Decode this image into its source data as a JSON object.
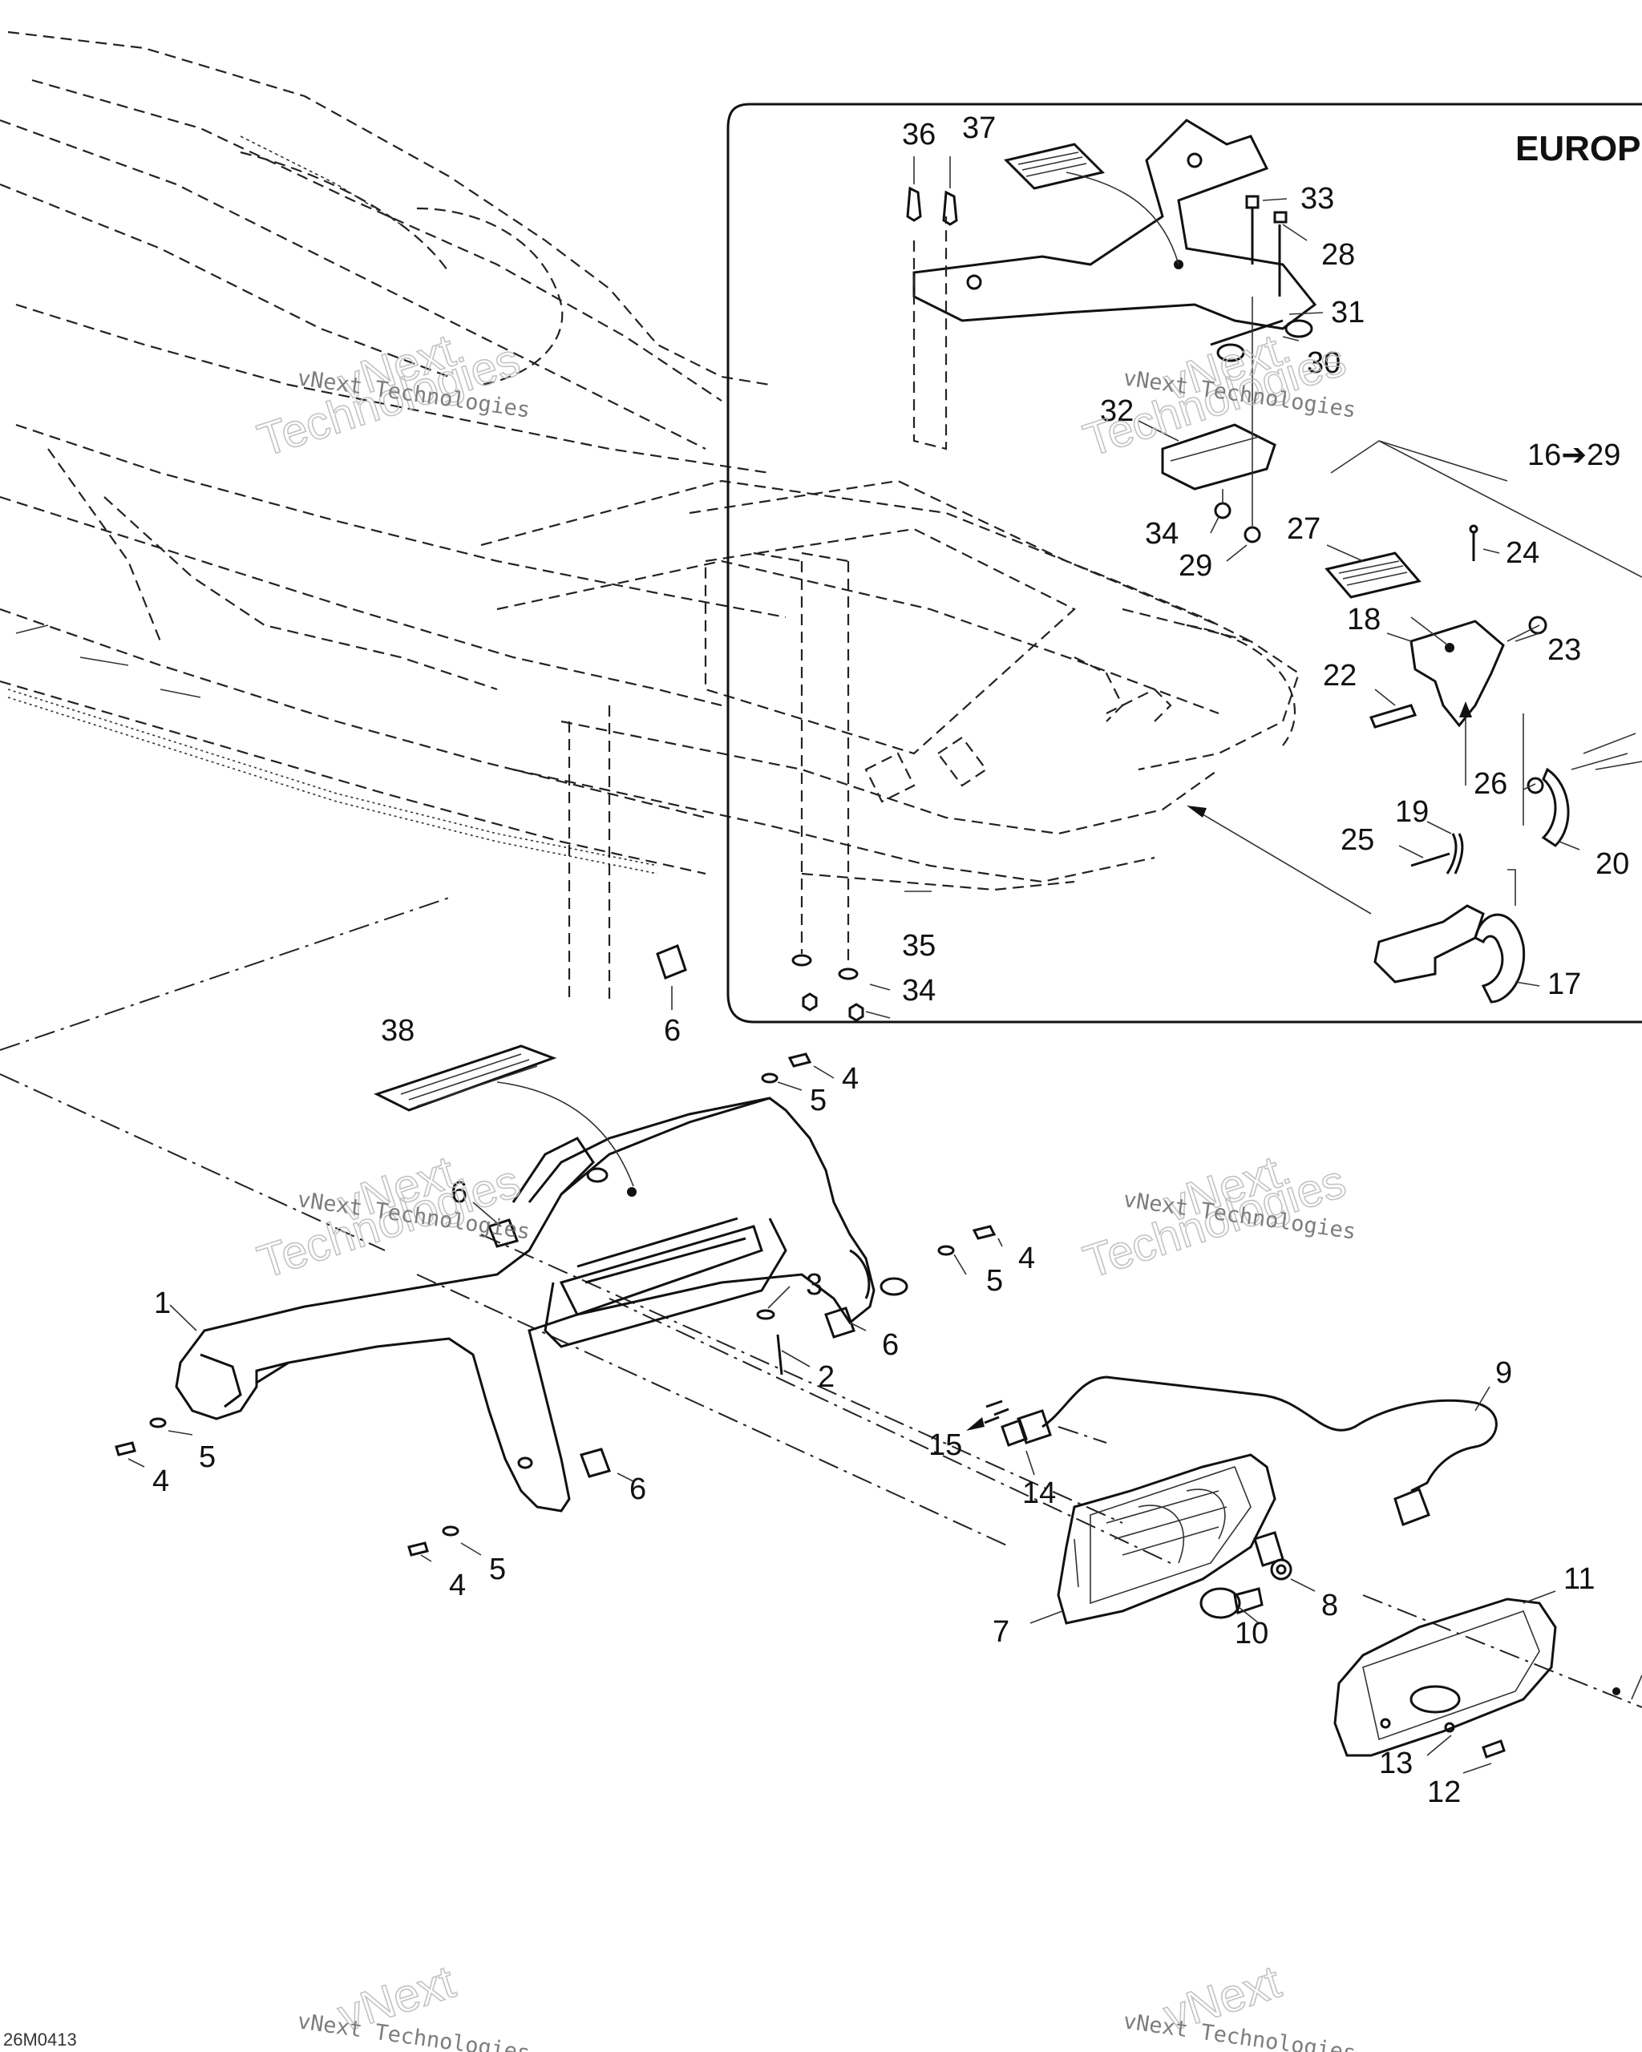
{
  "region_label": "EUROPE",
  "drawing_code": "26M0413",
  "watermark": {
    "line1": "vNext Technologies",
    "big1": "vNext",
    "big2": "Technologies"
  },
  "callouts": [
    {
      "id": "c1",
      "text": "1"
    },
    {
      "id": "c2",
      "text": "2"
    },
    {
      "id": "c3",
      "text": "3"
    },
    {
      "id": "c4a",
      "text": "4"
    },
    {
      "id": "c4b",
      "text": "4"
    },
    {
      "id": "c4c",
      "text": "4"
    },
    {
      "id": "c4d",
      "text": "4"
    },
    {
      "id": "c5a",
      "text": "5"
    },
    {
      "id": "c5b",
      "text": "5"
    },
    {
      "id": "c5c",
      "text": "5"
    },
    {
      "id": "c5d",
      "text": "5"
    },
    {
      "id": "c6a",
      "text": "6"
    },
    {
      "id": "c6b",
      "text": "6"
    },
    {
      "id": "c6c",
      "text": "6"
    },
    {
      "id": "c6d",
      "text": "6"
    },
    {
      "id": "c7",
      "text": "7"
    },
    {
      "id": "c8",
      "text": "8"
    },
    {
      "id": "c9",
      "text": "9"
    },
    {
      "id": "c10",
      "text": "10"
    },
    {
      "id": "c11",
      "text": "11"
    },
    {
      "id": "c12",
      "text": "12"
    },
    {
      "id": "c13",
      "text": "13"
    },
    {
      "id": "c14",
      "text": "14"
    },
    {
      "id": "c15",
      "text": "15"
    },
    {
      "id": "c16",
      "text": "16➔29"
    },
    {
      "id": "c17",
      "text": "17"
    },
    {
      "id": "c18",
      "text": "18"
    },
    {
      "id": "c19",
      "text": "19"
    },
    {
      "id": "c20",
      "text": "20"
    },
    {
      "id": "c22",
      "text": "22"
    },
    {
      "id": "c23",
      "text": "23"
    },
    {
      "id": "c24",
      "text": "24"
    },
    {
      "id": "c25",
      "text": "25"
    },
    {
      "id": "c26",
      "text": "26"
    },
    {
      "id": "c27",
      "text": "27"
    },
    {
      "id": "c28",
      "text": "28"
    },
    {
      "id": "c29a",
      "text": "29"
    },
    {
      "id": "c30",
      "text": "30"
    },
    {
      "id": "c31",
      "text": "31"
    },
    {
      "id": "c32",
      "text": "32"
    },
    {
      "id": "c33",
      "text": "33"
    },
    {
      "id": "c34a",
      "text": "34"
    },
    {
      "id": "c34b",
      "text": "34"
    },
    {
      "id": "c35",
      "text": "35"
    },
    {
      "id": "c36",
      "text": "36"
    },
    {
      "id": "c37",
      "text": "37"
    },
    {
      "id": "c38",
      "text": "38"
    }
  ]
}
